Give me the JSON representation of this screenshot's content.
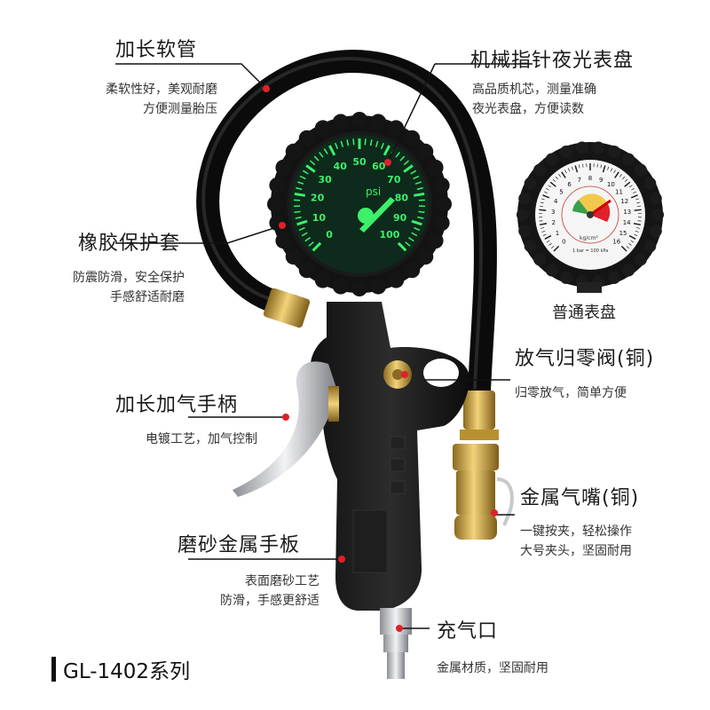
{
  "callouts": {
    "hose": {
      "title": "加长软管",
      "lines": [
        "柔软性好，美观耐磨",
        "方便测量胎压"
      ]
    },
    "dial": {
      "title": "机械指针夜光表盘",
      "lines": [
        "高品质机芯，测量准确",
        "夜光表盘，方便读数"
      ]
    },
    "rubber": {
      "title": "橡胶保护套",
      "lines": [
        "防震防滑，安全保护",
        "手感舒适耐磨"
      ]
    },
    "valve": {
      "title": "放气归零阀(铜)",
      "lines": [
        "归零放气，简单方便"
      ]
    },
    "handle": {
      "title": "加长加气手柄",
      "lines": [
        "电镀工艺，加气控制"
      ]
    },
    "nozzle": {
      "title": "金属气嘴(铜)",
      "lines": [
        "一键按夹，轻松操作",
        "大号夹头，坚固耐用"
      ]
    },
    "grip": {
      "title": "磨砂金属手板",
      "lines": [
        "表面磨砂工艺",
        "防滑，手感更舒适"
      ]
    },
    "inlet": {
      "title": "充气口",
      "lines": [
        "金属材质，坚固耐用"
      ]
    }
  },
  "inset_caption": "普通表盘",
  "model": "GL-1402系列",
  "main_gauge": {
    "unit": "psi",
    "ticks": [
      "0",
      "10",
      "20",
      "30",
      "40",
      "50",
      "60",
      "70",
      "80",
      "90",
      "100"
    ]
  },
  "inset_gauge": {
    "outer_ticks": [
      "0",
      "1",
      "2",
      "3",
      "4",
      "5",
      "6",
      "7",
      "8",
      "9",
      "10",
      "11",
      "12",
      "13",
      "14",
      "15",
      "16"
    ],
    "inner_unit": "kg/cm²",
    "footer": "1 bar = 100 kPa"
  },
  "colors": {
    "glow": "#3cf06a",
    "accent_red": "#e0202a",
    "brass": "#c9a24a"
  }
}
